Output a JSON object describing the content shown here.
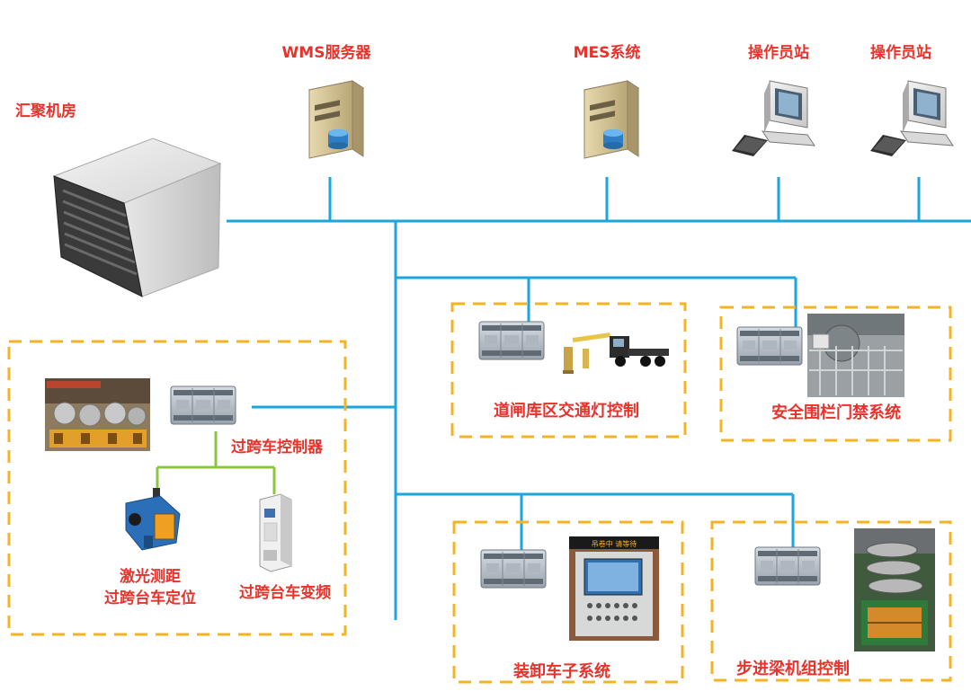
{
  "labels": {
    "datacenter": "汇聚机房",
    "wms": "WMS服务器",
    "mes": "MES系统",
    "operator1": "操作员站",
    "operator2": "操作员站",
    "gate": "道闸库区交通灯控制",
    "fence": "安全围栏门禁系统",
    "crossing_controller": "过跨车控制器",
    "laser_line1": "激光测距",
    "laser_line2": "过跨台车定位",
    "vfd": "过跨台车变频",
    "loading": "装卸车子系统",
    "walking_beam": "步进梁机组控制",
    "hmi_top": "吊卷中  请等待"
  },
  "colors": {
    "network": "#1aa6df",
    "subnet": "#8cc63f",
    "dashed_box": "#f5b324",
    "label": "#e8322b"
  },
  "icons": [
    "rack-server-icon",
    "tower-server-icon",
    "workstation-icon",
    "plc-icon",
    "barrier-gate-icon",
    "truck-icon",
    "fence-photo-icon",
    "crane-photo-icon",
    "laser-sensor-icon",
    "inverter-icon",
    "hmi-panel-icon",
    "rolling-mill-photo-icon"
  ]
}
